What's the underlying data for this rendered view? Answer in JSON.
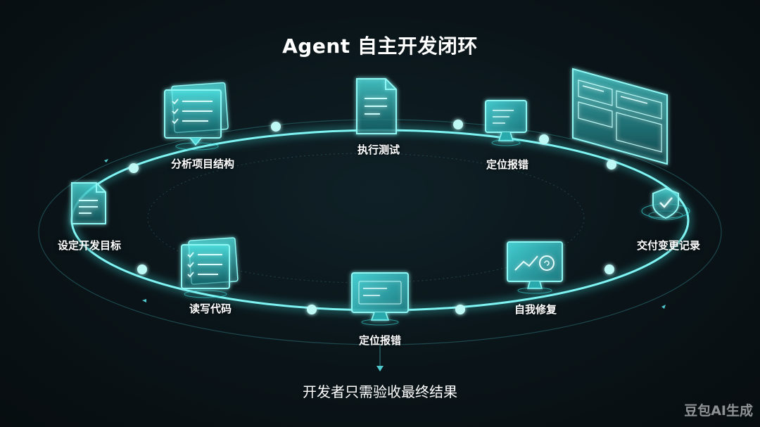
{
  "title": "Agent 自主开发闭环",
  "subtitle": "开发者只需验收最终结果",
  "watermark": "豆包AI生成",
  "accent_color": "#3fe0e0",
  "nodes": [
    {
      "label": "设定开发目标",
      "icon": "document-icon"
    },
    {
      "label": "分析项目结构",
      "icon": "checklist-icon"
    },
    {
      "label": "执行测试",
      "icon": "document-icon"
    },
    {
      "label": "定位报错",
      "icon": "monitor-icon"
    },
    {
      "label": "交付变更记录",
      "icon": "shield-check-icon"
    },
    {
      "label": "自我修复",
      "icon": "monitor-chart-icon"
    },
    {
      "label": "定位报错",
      "icon": "monitor-icon"
    },
    {
      "label": "读写代码",
      "icon": "checklist-icon"
    }
  ]
}
